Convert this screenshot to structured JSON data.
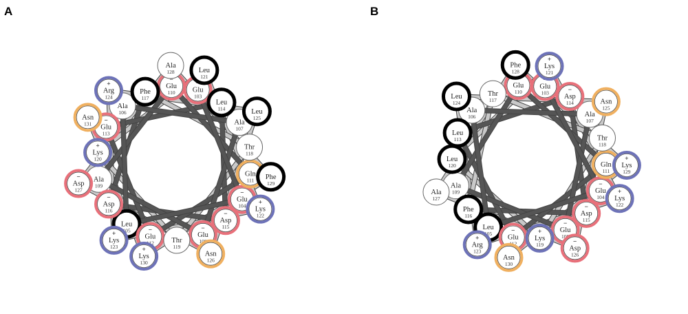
{
  "colors": {
    "hydrophobic_ring": "#000000",
    "acidic_ring": "#e8707a",
    "basic_ring": "#6d72b8",
    "polar_ring": "#f0b060",
    "neutral_ring": "#666666",
    "link_near": "#555555",
    "link_far": "#c9c9c9"
  },
  "panels": [
    {
      "label": "A",
      "residues": [
        {
          "name": "Glu",
          "number": "103",
          "charge": "−",
          "type": "acidic"
        },
        {
          "name": "Glu",
          "number": "104",
          "charge": "−",
          "type": "acidic"
        },
        {
          "name": "Leu",
          "number": "105",
          "charge": "",
          "type": "hydrophobic"
        },
        {
          "name": "Ala",
          "number": "106",
          "charge": "",
          "type": "neutral"
        },
        {
          "name": "Ala",
          "number": "107",
          "charge": "",
          "type": "neutral"
        },
        {
          "name": "Glu",
          "number": "108",
          "charge": "−",
          "type": "acidic"
        },
        {
          "name": "Ala",
          "number": "109",
          "charge": "",
          "type": "neutral"
        },
        {
          "name": "Glu",
          "number": "110",
          "charge": "−",
          "type": "acidic"
        },
        {
          "name": "Gln",
          "number": "111",
          "charge": "",
          "type": "polar"
        },
        {
          "name": "Glu",
          "number": "112",
          "charge": "−",
          "type": "acidic"
        },
        {
          "name": "Glu",
          "number": "113",
          "charge": "−",
          "type": "acidic"
        },
        {
          "name": "Leu",
          "number": "114",
          "charge": "",
          "type": "hydrophobic"
        },
        {
          "name": "Asp",
          "number": "115",
          "charge": "−",
          "type": "acidic"
        },
        {
          "name": "Asp",
          "number": "116",
          "charge": "−",
          "type": "acidic"
        },
        {
          "name": "Phe",
          "number": "117",
          "charge": "",
          "type": "hydrophobic"
        },
        {
          "name": "Thr",
          "number": "118",
          "charge": "",
          "type": "neutral"
        },
        {
          "name": "Thr",
          "number": "119",
          "charge": "",
          "type": "neutral"
        },
        {
          "name": "Lys",
          "number": "120",
          "charge": "+",
          "type": "basic"
        },
        {
          "name": "Leu",
          "number": "121",
          "charge": "",
          "type": "hydrophobic"
        },
        {
          "name": "Lys",
          "number": "122",
          "charge": "+",
          "type": "basic"
        },
        {
          "name": "Lys",
          "number": "123",
          "charge": "+",
          "type": "basic"
        },
        {
          "name": "Arg",
          "number": "124",
          "charge": "+",
          "type": "basic"
        },
        {
          "name": "Leu",
          "number": "125",
          "charge": "",
          "type": "hydrophobic"
        },
        {
          "name": "Asn",
          "number": "126",
          "charge": "",
          "type": "polar"
        },
        {
          "name": "Asp",
          "number": "127",
          "charge": "−",
          "type": "acidic"
        },
        {
          "name": "Ala",
          "number": "128",
          "charge": "",
          "type": "neutral"
        },
        {
          "name": "Phe",
          "number": "129",
          "charge": "",
          "type": "hydrophobic"
        },
        {
          "name": "Lys",
          "number": "130",
          "charge": "+",
          "type": "basic"
        },
        {
          "name": "Asn",
          "number": "131",
          "charge": "",
          "type": "polar"
        }
      ]
    },
    {
      "label": "B",
      "residues": [
        {
          "name": "Glu",
          "number": "103",
          "charge": "−",
          "type": "acidic"
        },
        {
          "name": "Glu",
          "number": "104",
          "charge": "−",
          "type": "acidic"
        },
        {
          "name": "Leu",
          "number": "105",
          "charge": "",
          "type": "hydrophobic"
        },
        {
          "name": "Ala",
          "number": "106",
          "charge": "",
          "type": "neutral"
        },
        {
          "name": "Ala",
          "number": "107",
          "charge": "",
          "type": "neutral"
        },
        {
          "name": "Glu",
          "number": "108",
          "charge": "−",
          "type": "acidic"
        },
        {
          "name": "Ala",
          "number": "109",
          "charge": "",
          "type": "neutral"
        },
        {
          "name": "Glu",
          "number": "110",
          "charge": "−",
          "type": "acidic"
        },
        {
          "name": "Gln",
          "number": "111",
          "charge": "",
          "type": "polar"
        },
        {
          "name": "Glu",
          "number": "112",
          "charge": "−",
          "type": "acidic"
        },
        {
          "name": "Leu",
          "number": "113",
          "charge": "",
          "type": "hydrophobic"
        },
        {
          "name": "Asp",
          "number": "114",
          "charge": "−",
          "type": "acidic"
        },
        {
          "name": "Asp",
          "number": "115",
          "charge": "−",
          "type": "acidic"
        },
        {
          "name": "Phe",
          "number": "116",
          "charge": "",
          "type": "hydrophobic"
        },
        {
          "name": "Thr",
          "number": "117",
          "charge": "",
          "type": "neutral"
        },
        {
          "name": "Thr",
          "number": "118",
          "charge": "",
          "type": "neutral"
        },
        {
          "name": "Lys",
          "number": "119",
          "charge": "+",
          "type": "basic"
        },
        {
          "name": "Leu",
          "number": "120",
          "charge": "",
          "type": "hydrophobic"
        },
        {
          "name": "Lys",
          "number": "121",
          "charge": "+",
          "type": "basic"
        },
        {
          "name": "Lys",
          "number": "122",
          "charge": "+",
          "type": "basic"
        },
        {
          "name": "Arg",
          "number": "123",
          "charge": "+",
          "type": "basic"
        },
        {
          "name": "Leu",
          "number": "124",
          "charge": "",
          "type": "hydrophobic"
        },
        {
          "name": "Asn",
          "number": "125",
          "charge": "",
          "type": "polar"
        },
        {
          "name": "Asp",
          "number": "126",
          "charge": "−",
          "type": "acidic"
        },
        {
          "name": "Ala",
          "number": "127",
          "charge": "",
          "type": "neutral"
        },
        {
          "name": "Phe",
          "number": "128",
          "charge": "",
          "type": "hydrophobic"
        },
        {
          "name": "Lys",
          "number": "129",
          "charge": "+",
          "type": "basic"
        },
        {
          "name": "Asn",
          "number": "130",
          "charge": "",
          "type": "polar"
        }
      ]
    }
  ]
}
